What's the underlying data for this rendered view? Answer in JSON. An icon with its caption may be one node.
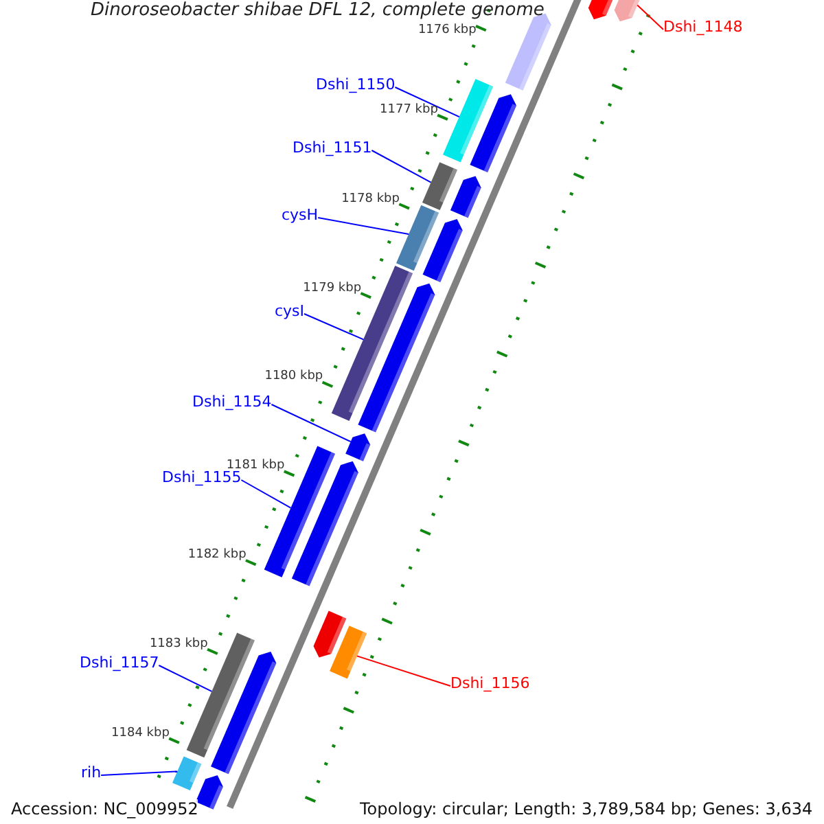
{
  "diagram": {
    "title": "Dinoroseobacter shibae DFL 12, complete genome",
    "nodes": [
      {
        "text": [
          "Dshi_1148"
        ]
      },
      {
        "text": [],
        "shape": "bar"
      },
      {
        "text": [
          "Dshi_1150"
        ]
      },
      {
        "text": [],
        "shape": "bar"
      },
      {
        "text": [
          "Dshi_1151"
        ]
      },
      {
        "text": [],
        "shape": "bar"
      },
      {
        "text": [
          "cysH"
        ]
      },
      {
        "text": [],
        "shape": "bar"
      },
      {
        "text": [
          "cysI"
        ]
      },
      {
        "text": [],
        "shape": "bar"
      },
      {
        "text": [
          "Dshi_1154"
        ]
      },
      {
        "text": [],
        "shape": "bar"
      },
      {
        "text": [
          "Dshi_1155"
        ]
      },
      {
        "text": [],
        "shape": "bar"
      },
      {
        "text": [
          "Dshi_1156"
        ]
      },
      {
        "text": [],
        "shape": "bar"
      },
      {
        "text": [
          "Dshi_1157"
        ]
      },
      {
        "text": [],
        "shape": "bar"
      },
      {
        "text": [
          "rih"
        ]
      },
      {
        "text": [],
        "shape": "bar"
      }
    ],
    "edges": [
      {
        "from": 0,
        "to": 1,
        "arrow": "none",
        "color": "#ff0000"
      },
      {
        "from": 2,
        "to": 3,
        "arrow": "none"
      },
      {
        "from": 4,
        "to": 5,
        "arrow": "none"
      },
      {
        "from": 6,
        "to": 7,
        "arrow": "none"
      },
      {
        "from": 8,
        "to": 9,
        "arrow": "none"
      },
      {
        "from": 10,
        "to": 11,
        "arrow": "none"
      },
      {
        "from": 12,
        "to": 13,
        "arrow": "none"
      },
      {
        "from": 14,
        "to": 15,
        "arrow": "none",
        "color": "#ff0000"
      },
      {
        "from": 16,
        "to": 17,
        "arrow": "none"
      },
      {
        "from": 18,
        "to": 19,
        "arrow": "none"
      }
    ],
    "labels": [
      "1176 kbp",
      "1177 kbp",
      "1178 kbp",
      "1179 kbp",
      "1180 kbp",
      "1181 kbp",
      "1182 kbp",
      "1183 kbp",
      "1184 kbp",
      "Accession: NC_009952",
      "Topology: circular; Length: 3,789,584 bp; Genes: 3,634"
    ]
  }
}
